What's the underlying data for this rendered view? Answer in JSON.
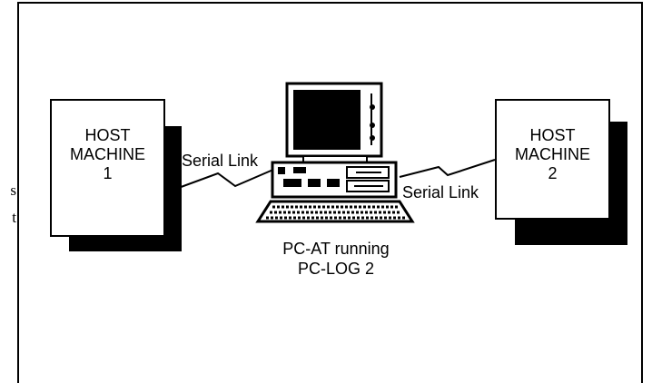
{
  "hosts": [
    {
      "line1": "HOST",
      "line2": "MACHINE",
      "line3": "1"
    },
    {
      "line1": "HOST",
      "line2": "MACHINE",
      "line3": "2"
    }
  ],
  "links": {
    "left_label": "Serial Link",
    "right_label": "Serial Link"
  },
  "pc": {
    "caption_line1": "PC-AT running",
    "caption_line2": "PC-LOG 2"
  },
  "margin_fragments": {
    "first": "s",
    "second": "t"
  },
  "colors": {
    "stroke": "#000000",
    "fill": "#ffffff"
  }
}
